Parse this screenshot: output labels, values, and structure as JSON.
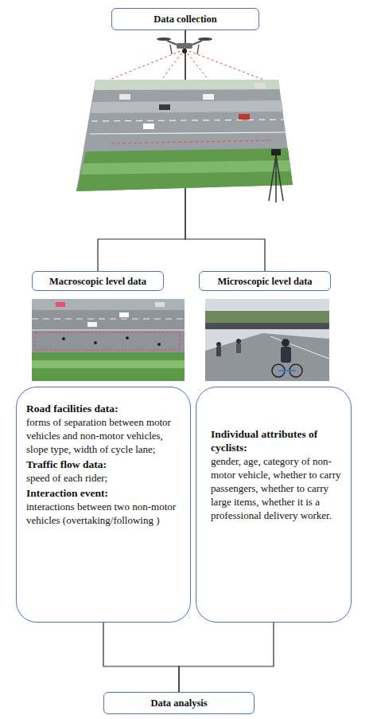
{
  "diagram": {
    "nodes": [
      {
        "text": [
          "Data collection"
        ]
      },
      {
        "text": [
          "Macroscopic level data"
        ]
      },
      {
        "text": [
          "Microscopic level data"
        ]
      },
      {
        "text": [
          "Road facilities data:",
          "forms of separation between motor vehicles and non-motor vehicles, slope type, width of cycle lane;",
          "Traffic flow data:",
          "speed of each rider;",
          "Interaction event:",
          "interactions between two non-motor vehicles (overtaking/following )"
        ]
      },
      {
        "text": [
          "Individual attributes of cyclists:",
          "gender, age, category of non-motor vehicle, whether to carry passengers, whether to carry large items, whether it is a professional delivery worker."
        ]
      },
      {
        "text": [
          "Data analysis"
        ]
      }
    ],
    "edges": [
      {
        "from": 0,
        "to": 1,
        "arrow": "none"
      },
      {
        "from": 0,
        "to": 2,
        "arrow": "none"
      },
      {
        "from": 3,
        "to": 5,
        "arrow": "none"
      },
      {
        "from": 4,
        "to": 5,
        "arrow": "none"
      }
    ]
  }
}
